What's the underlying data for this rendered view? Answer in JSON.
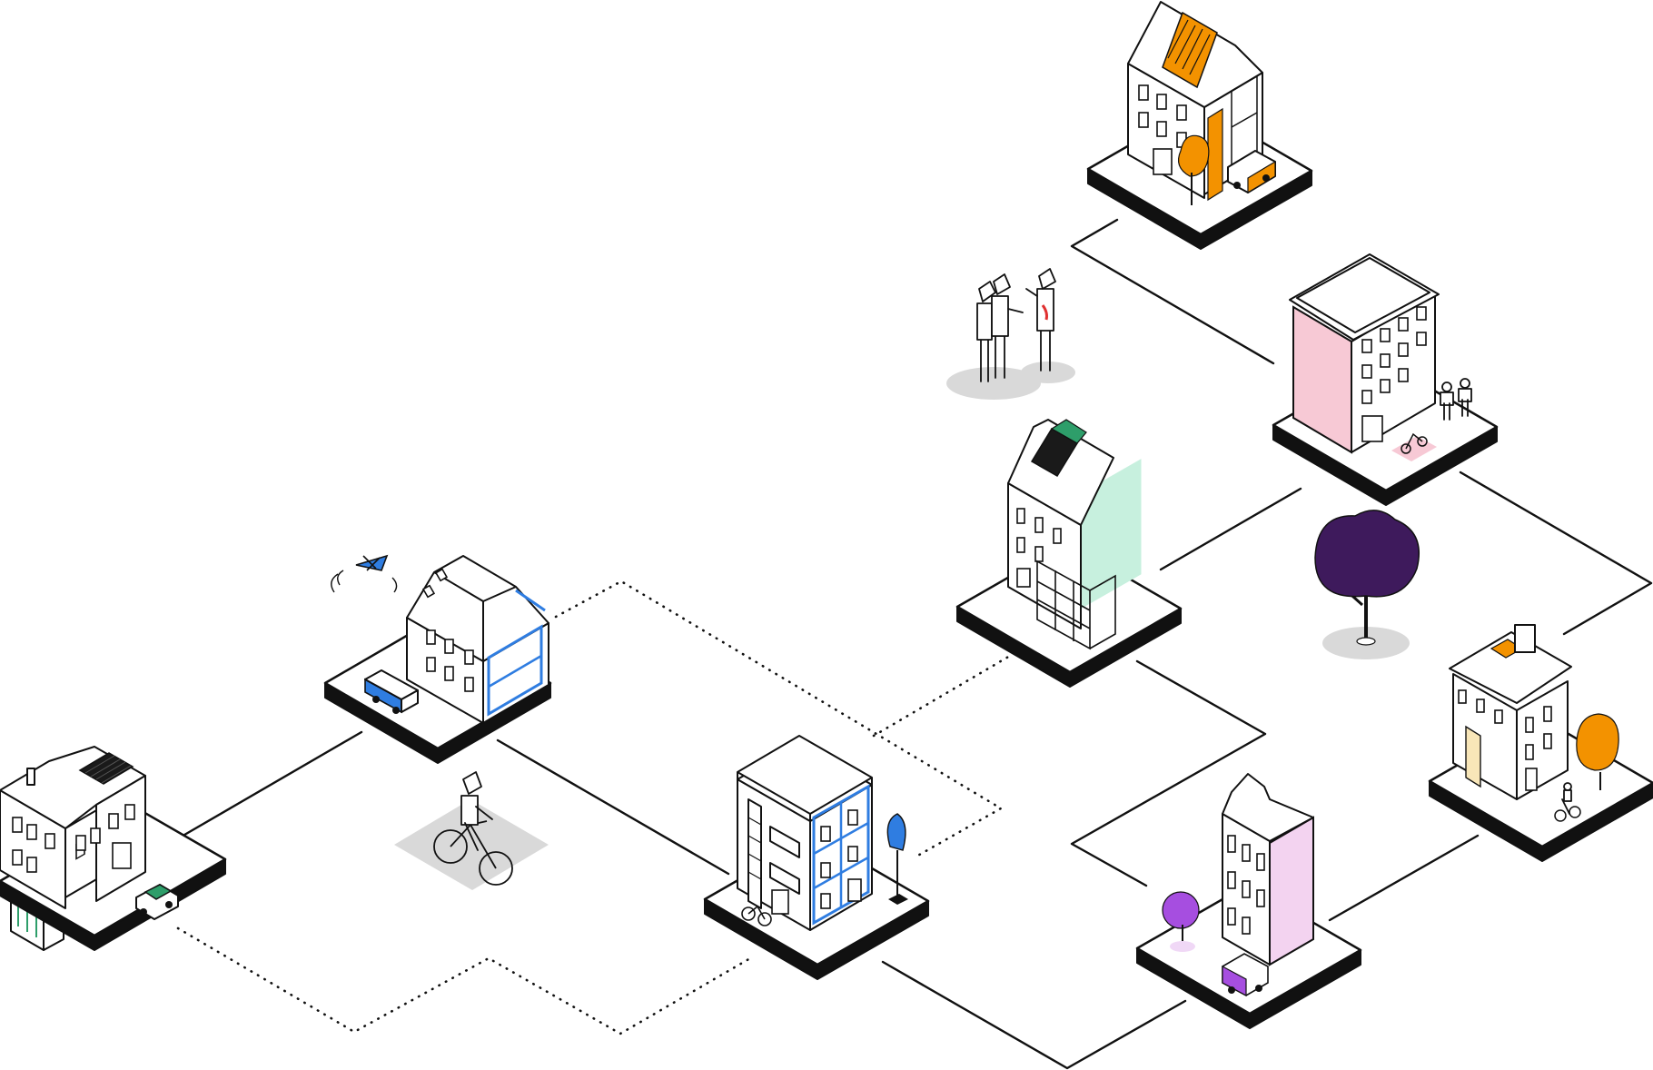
{
  "accents": {
    "orange": "#f39200",
    "pink": "#f7c9d5",
    "mint": "#c7f0de",
    "purple": "#3e1a5c",
    "violet": "#a64ee0",
    "blue": "#2f7de1",
    "green": "#2e9e6a",
    "gray": "#d9d9d9"
  },
  "scene": {
    "nodes": [
      {
        "id": "terrace-house-with-solar-roof",
        "icons": [
          "solar-roof-icon",
          "car-icon",
          "cistern-icon"
        ]
      },
      {
        "id": "semi-detached-house",
        "icons": [
          "drone-icon",
          "moving-truck-icon"
        ]
      },
      {
        "id": "apartment-block",
        "icons": [
          "bicycle-icon",
          "blue-shrub-icon"
        ]
      },
      {
        "id": "renovation-house-with-orange-roof",
        "icons": [
          "orange-tree-icon",
          "moving-truck-icon"
        ]
      },
      {
        "id": "pink-apartment-building",
        "icons": [
          "people-icon",
          "scooter-icon"
        ]
      },
      {
        "id": "townhouse-with-scaffolding",
        "icons": [
          "scaffolding-icon",
          "mint-wall-icon"
        ]
      },
      {
        "id": "corner-building-with-rooftop-terrace",
        "icons": [
          "orange-tree-icon",
          "cyclist-icon"
        ]
      },
      {
        "id": "gothic-townhouse",
        "icons": [
          "violet-tree-icon",
          "delivery-van-icon"
        ]
      }
    ],
    "free_elements": [
      "people-group",
      "purple-tree",
      "cyclist-on-gray-tile"
    ]
  }
}
